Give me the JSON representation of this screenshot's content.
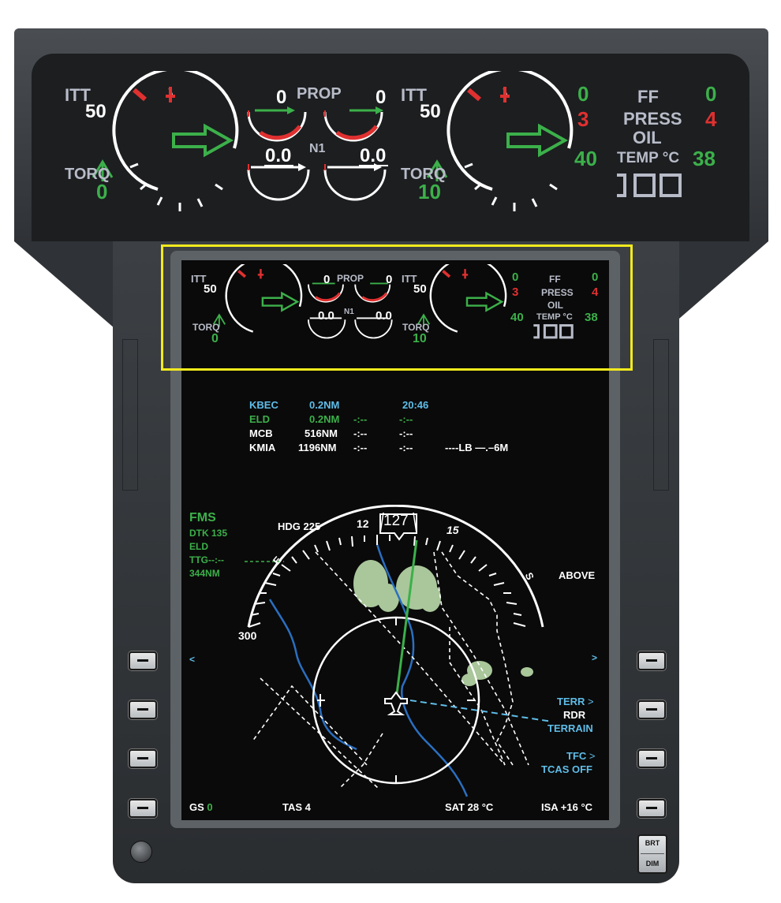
{
  "colors": {
    "cyan": "#5fbde8",
    "green": "#3cb04a",
    "white": "#ffffff",
    "red": "#e03030",
    "gray": "#b8bcc8",
    "magenta_highlight": "#f3ea1d",
    "weather": "#a9c79a",
    "river": "#2a6fc0"
  },
  "engine": {
    "itt_label": "ITT",
    "itt_left": "50",
    "itt_right": "50",
    "torq_label": "TORQ",
    "torq_left": "0",
    "torq_right": "10",
    "prop_label": "PROP",
    "prop_left": "0",
    "prop_right": "0",
    "n1_label": "N1",
    "n1_left": "0.0",
    "n1_right": "0.0",
    "ff_label": "FF",
    "ff_left": "0",
    "ff_right": "0",
    "oil_press_label": "PRESS",
    "oil_label": "OIL",
    "press_left": "3",
    "press_right": "4",
    "temp_label": "TEMP",
    "temp_unit": "°C",
    "temp_left": "40",
    "temp_right": "38"
  },
  "flight_plan": [
    {
      "id": "KBEC",
      "dist": "0.2NM",
      "t1": "",
      "t2": "20:46",
      "extra": ""
    },
    {
      "id": "ELD",
      "dist": "0.2NM",
      "t1": "-:--",
      "t2": "-:--",
      "extra": ""
    },
    {
      "id": "MCB",
      "dist": "516NM",
      "t1": "-:--",
      "t2": "-:--",
      "extra": ""
    },
    {
      "id": "KMIA",
      "dist": "1196NM",
      "t1": "-:--",
      "t2": "-:--",
      "extra": "----LB  —.–6M"
    }
  ],
  "fms": {
    "title": "FMS",
    "dtk": "DTK 135",
    "wpt": "ELD",
    "ttg": "TTG--:--",
    "dist": "344NM"
  },
  "heading": {
    "hdg": "HDG 225",
    "current": "127",
    "tick_12": "12",
    "tick_15": "15",
    "tick_E": "E",
    "tick_S": "S",
    "tick_300": "300",
    "above": "ABOVE"
  },
  "softkeys": {
    "left_arrow": "<",
    "right_arrow": ">",
    "terr": "TERR",
    "rdr": "RDR",
    "terrain": "TERRAIN",
    "tfc": "TFC",
    "tcas": "TCAS OFF"
  },
  "bottom": {
    "gs_label": "GS",
    "gs_value": "0",
    "tas": "TAS 4",
    "sat": "SAT 28 °C",
    "isa": "ISA +16 °C"
  },
  "bezel": {
    "brt": "BRT",
    "dim": "DIM"
  }
}
